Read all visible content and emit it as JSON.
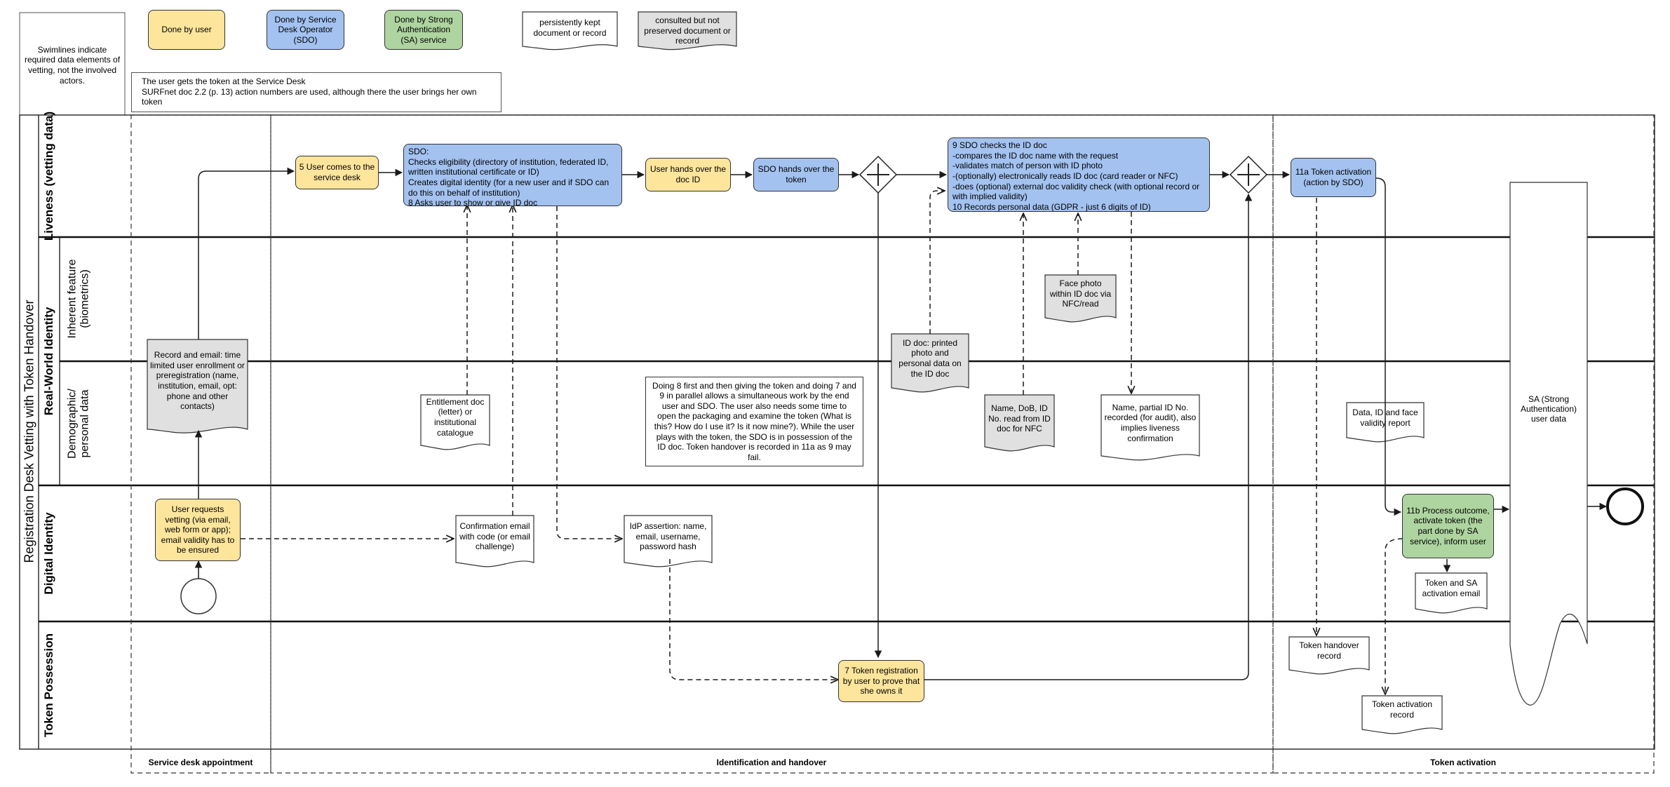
{
  "legend": {
    "note": "Swimlines indicate required data elements of vetting, not the involved actors.",
    "done_by_user": "Done by user",
    "done_by_sdo": "Done by Service Desk Operator (SDO)",
    "done_by_sa": "Done by Strong Authentication (SA) service",
    "kept_doc": "persistently kept document or record",
    "consulted_doc": "consulted but not preserved document or record"
  },
  "context_note": "The user gets the token at the Service Desk\nSURFnet doc 2.2 (p. 13) action numbers are used, although there the user brings her own token",
  "pool_title": "Registration Desk Vetting with Token Handover",
  "lanes": {
    "liveness": "Liveness (vetting data)",
    "real_world": "Real-World Identity",
    "inherent": "Inherent feature (biometrics)",
    "demographic": "Demographic/ personal data",
    "digital": "Digital Identity",
    "token": "Token Possession"
  },
  "groups": {
    "appointment": "Service desk appointment",
    "identification": "Identification and handover",
    "activation": "Token activation"
  },
  "nodes": {
    "user_requests": "User requests vetting (via email, web form or app); email validity has to be ensured",
    "record_email": "Record and email: time limited user enrollment or preregistration (name, institution, email, opt: phone and other contacts)",
    "user_comes": "5 User comes to the service desk",
    "sdo_checks": "SDO:\nChecks eligibility (directory of institution, federated ID, written institutional certificate or ID)\nCreates digital identity (for a new user and if SDO can do this on behalf of institution)\n8 Asks user to show or give ID doc",
    "user_hands": "User hands over the doc ID",
    "sdo_hands": "SDO hands over the token",
    "sdo_checks_id": "9 SDO checks the ID doc\n-compares the ID doc name with the request\n-validates match of person with ID photo\n-(optionally) electronically reads ID doc (card reader or NFC)\n-does (optional) external doc validity check (with optional record or with implied validity)\n10 Records personal data (GDPR - just 6 digits of ID)",
    "token_activation": "11a Token activation (action by SDO)",
    "entitlement": "Entitlement doc (letter) or institutional catalogue",
    "confirmation": "Confirmation email with code (or email challenge)",
    "idp_assertion": "IdP assertion: name, email, username, password hash",
    "parallel_note": "Doing 8 first and then giving the token and doing 7 and 9 in parallel allows a simultaneous work by the end user and SDO. The user also needs some time to open the packaging and examine the token (What is this? How do I use it? Is it now mine?). While the user plays with the token, the SDO is in possession of the ID doc. Token handover  is recorded in 11a as 9 may fail.",
    "id_doc": "ID doc: printed photo and personal data on the ID doc",
    "face_photo": "Face photo within ID doc via NFC/read",
    "name_dob": "Name, DoB, ID No. read from ID doc for NFC",
    "name_partial": "Name, partial ID No. recorded (for audit), also implies liveness confirmation",
    "token_registration": "7 Token registration by user to prove that she owns it",
    "data_id_face": "Data, ID and face validity report",
    "process_outcome": "11b Process outcome, activate token (the part done by SA service), inform user",
    "token_sa_email": "Token and SA activation email",
    "token_handover_record": "Token handover record",
    "token_activation_record": "Token activation record",
    "sa_user_data": "SA (Strong Authentication) user data"
  },
  "colors": {
    "user": "#fde59c",
    "sdo": "#a3c2f0",
    "sa": "#aed4a0",
    "consulted": "#e0e0e0",
    "line": "#1a1a1a"
  }
}
